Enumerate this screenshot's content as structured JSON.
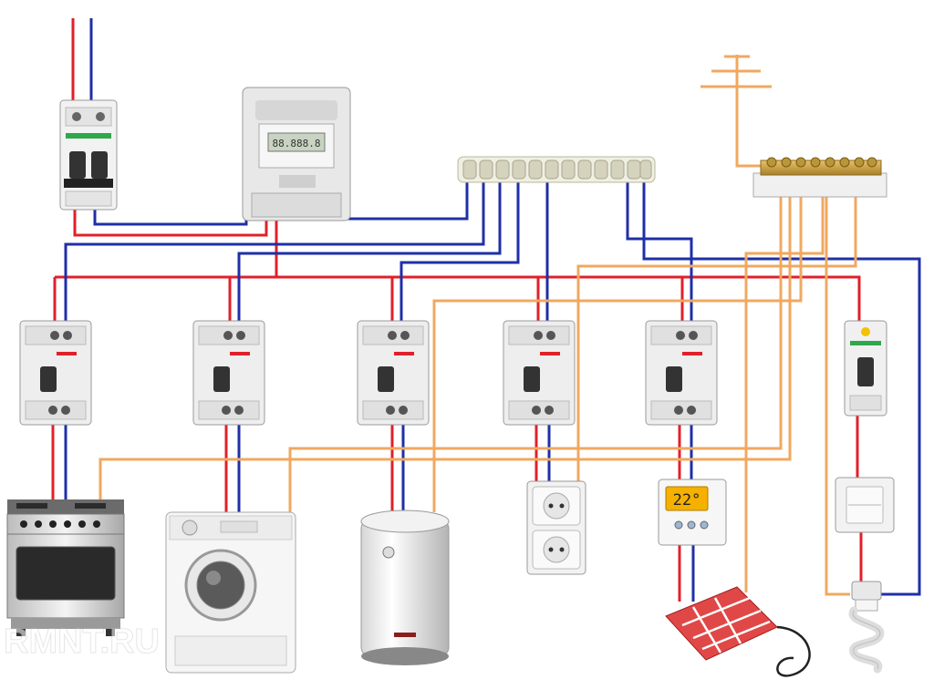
{
  "colors": {
    "phase": "#e0202a",
    "neutral": "#1f2fa8",
    "ground": "#f0a860",
    "device_body": "#eeeeee",
    "lcd": "#f5b000"
  },
  "meter": {
    "display": "88.888.8"
  },
  "thermostat": {
    "display": "22°"
  },
  "watermark": "RMNT.RU"
}
